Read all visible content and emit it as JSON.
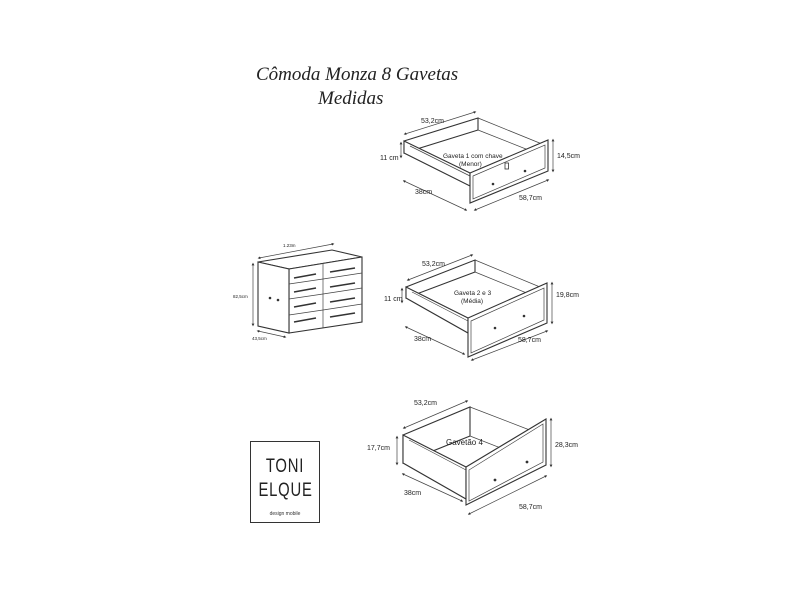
{
  "title": "Cômoda Monza 8 Gavetas",
  "subtitle": "Medidas",
  "cabinet": {
    "width": "1.23m",
    "height": "82,5cm",
    "depth": "43,5cm"
  },
  "drawer1": {
    "label_line1": "Gaveta 1 com chave",
    "label_line2": "(Menor)",
    "top_width": "53,2cm",
    "inner_height": "11 cm",
    "front_height": "14,5cm",
    "depth": "38cm",
    "front_width": "58,7cm"
  },
  "drawer2": {
    "label_line1": "Gaveta 2 e 3",
    "label_line2": "(Média)",
    "top_width": "53,2cm",
    "inner_height": "11 cm",
    "front_height": "19,8cm",
    "depth": "38cm",
    "front_width": "58,7cm"
  },
  "drawer4": {
    "label": "Gavetão 4",
    "top_width": "53,2cm",
    "inner_height": "17,7cm",
    "front_height": "28,3cm",
    "depth": "38cm",
    "front_width": "58,7cm"
  },
  "logo": {
    "line1": "TONI",
    "line2": "ELQUE",
    "tagline": "design mobile"
  }
}
